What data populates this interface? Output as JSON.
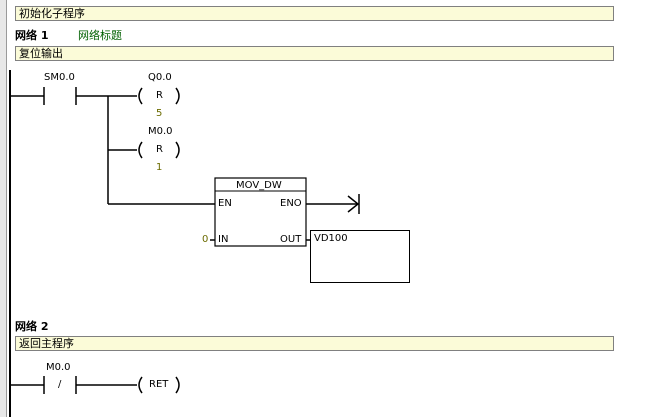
{
  "program_comment": "初始化子程序",
  "networks": [
    {
      "title": "网络 1",
      "subtitle": "网络标题",
      "comment": "复位输出",
      "contact": {
        "address": "SM0.0"
      },
      "coils": [
        {
          "address": "Q0.0",
          "type": "R",
          "count": "5"
        },
        {
          "address": "M0.0",
          "type": "R",
          "count": "1"
        }
      ],
      "box": {
        "name": "MOV_DW",
        "pins": {
          "en": "EN",
          "eno": "ENO",
          "in": "IN",
          "out": "OUT"
        },
        "in_value": "0",
        "out_value": "VD100"
      }
    },
    {
      "title": "网络 2",
      "comment": "返回主程序",
      "contact": {
        "address": "M0.0",
        "symbol": "/"
      },
      "coil": {
        "type": "RET"
      }
    }
  ]
}
